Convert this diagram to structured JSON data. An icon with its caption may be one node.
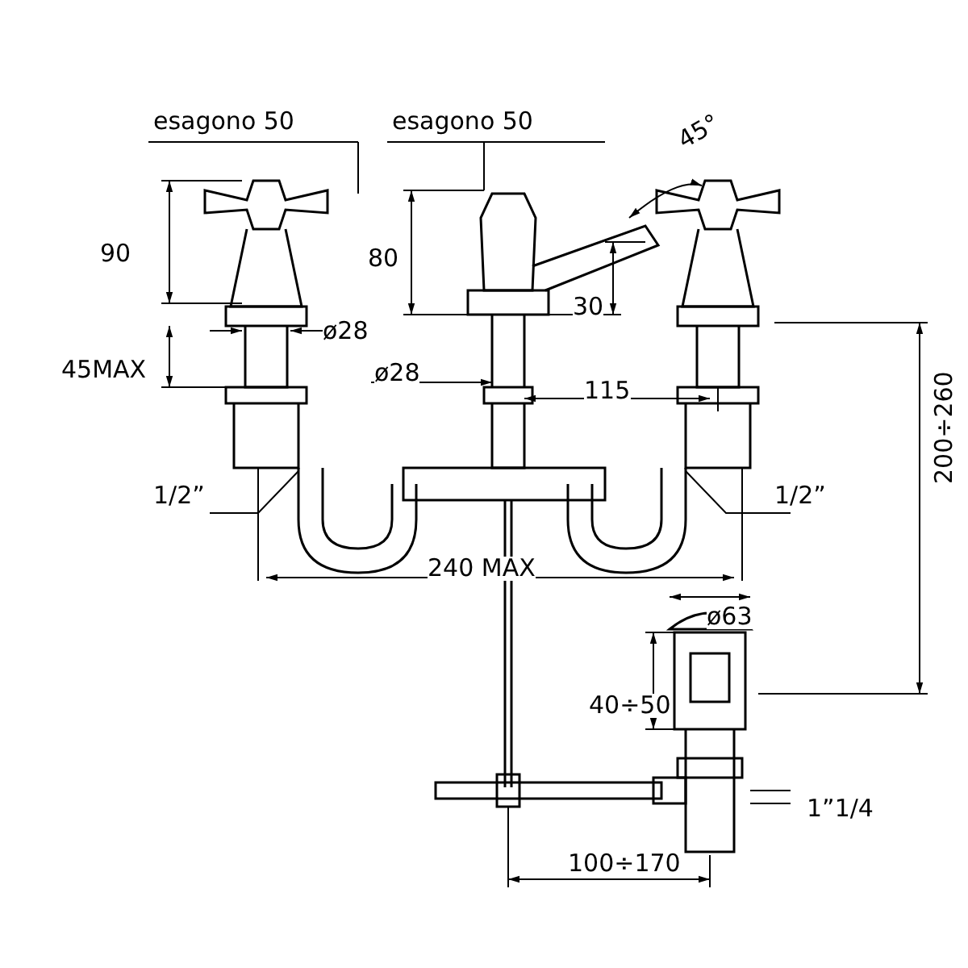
{
  "diagram": {
    "labels": [
      "esagono 50",
      "esagono 50",
      "45°",
      "90",
      "80",
      "30",
      "ø28",
      "45MAX",
      "ø28",
      "115",
      "1/2”",
      "1/2”",
      "240 MAX",
      "200÷260",
      "ø63",
      "40÷50",
      "1”1/4",
      "100÷170"
    ]
  }
}
